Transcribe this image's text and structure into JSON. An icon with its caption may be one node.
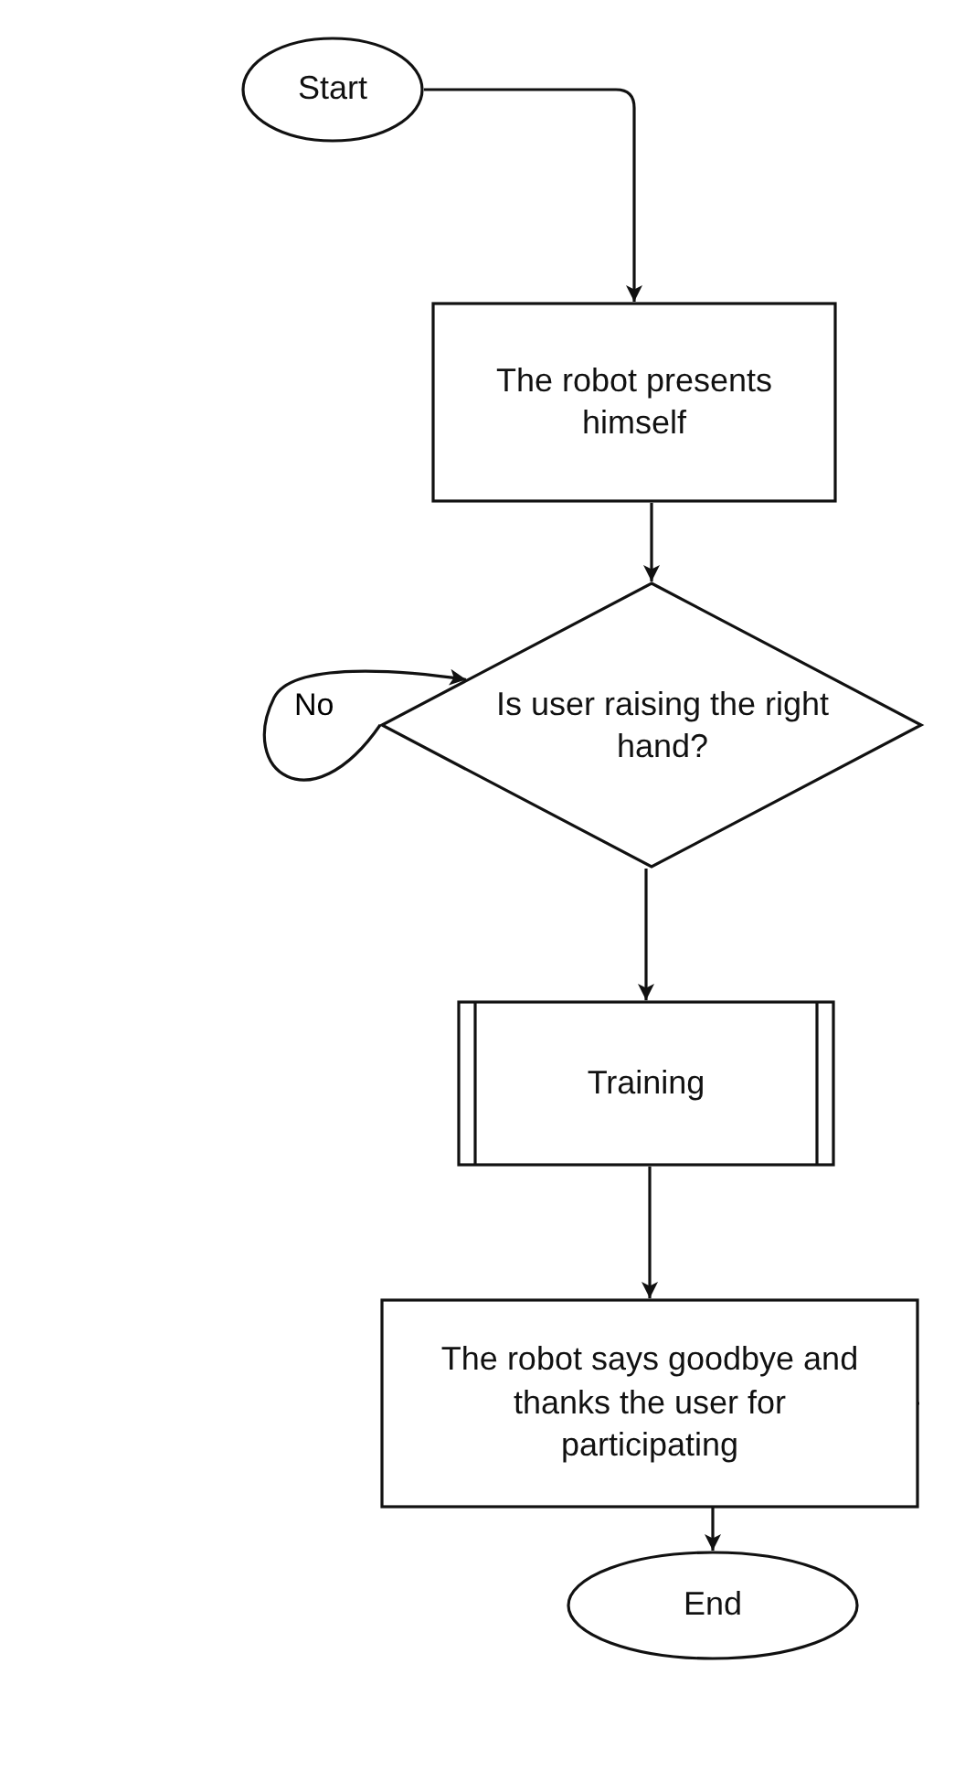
{
  "diagram": {
    "nodes": [
      {
        "text": [
          "Start"
        ]
      },
      {
        "text": [
          "The robot presents himself"
        ]
      },
      {
        "text": [
          "Is user raising the right hand?"
        ]
      },
      {
        "text": [
          "Training"
        ]
      },
      {
        "text": [
          "The robot says goodbye and thanks the user for participating"
        ]
      },
      {
        "text": [
          "End"
        ]
      }
    ],
    "edges": [
      {
        "from": 0,
        "to": 1,
        "arrow": "to"
      },
      {
        "from": 1,
        "to": 2,
        "arrow": "to"
      },
      {
        "from": 2,
        "to": 2,
        "arrow": "to",
        "label": "No"
      },
      {
        "from": 2,
        "to": 3,
        "arrow": "to"
      },
      {
        "from": 3,
        "to": 4,
        "arrow": "to"
      },
      {
        "from": 4,
        "to": 5,
        "arrow": "to"
      }
    ]
  }
}
